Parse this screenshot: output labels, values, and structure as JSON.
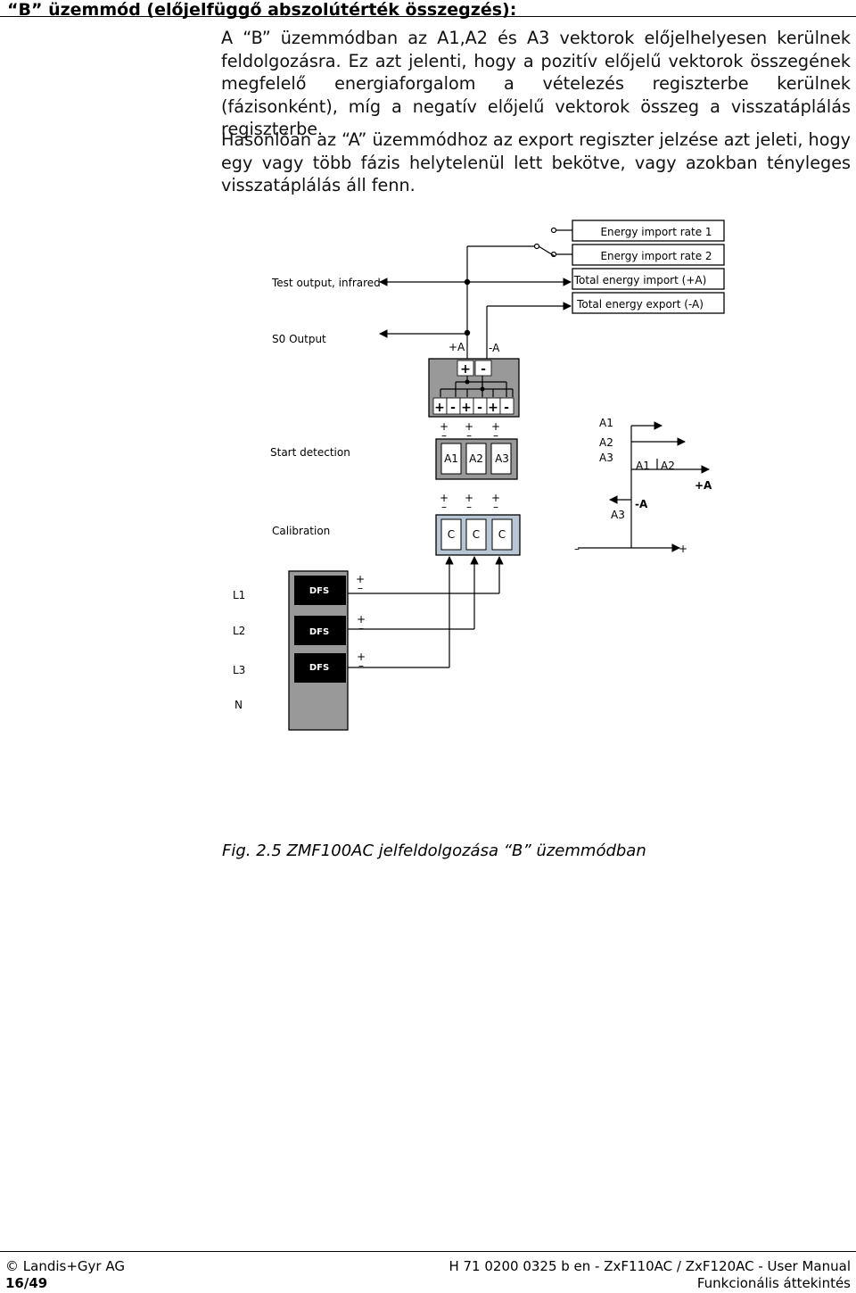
{
  "heading": "“B” üzemmód (előjelfüggő abszolútérték összegzés):",
  "paragraph1": "A “B” üzemmódban az A1,A2 és A3 vektorok előjelhelyesen kerülnek feldolgozásra. Ez azt jelenti, hogy a pozitív előjelű vektorok összegének megfelelő energiaforgalom a vételezés regiszterbe kerülnek (fázisonként), míg a negatív előjelű vektorok összeg a visszatáplálás regiszterbe.",
  "paragraph2": "Hasonlóan az “A” üzemmódhoz az export regiszter jelzése azt jeleti, hogy egy vagy több fázis helytelenül lett bekötve, vagy azokban tényleges visszatáplálás áll fenn.",
  "diagram": {
    "registers": [
      "Energy import rate 1",
      "Energy import rate 2",
      "Total energy import (+A)",
      "Total energy export (-A)"
    ],
    "outputs": {
      "test_output": "Test output, infrared",
      "s0_output": "S0 Output",
      "start_detection": "Start detection",
      "calibration": "Calibration"
    },
    "sum_labels": {
      "plus_a": "+A",
      "minus_a": "-A"
    },
    "signs": {
      "plus": "+",
      "minus": "-"
    },
    "vectors": [
      "A1",
      "A2",
      "A3"
    ],
    "comparators": [
      "C",
      "C",
      "C"
    ],
    "phases": [
      "L1",
      "L2",
      "L3",
      "N"
    ],
    "dfs": "DFS",
    "vector_diagram": {
      "a1": "A1",
      "a2": "A2",
      "a3": "A3",
      "a1_sum": "A1",
      "a2_sum": "A2",
      "a3_neg": "A3",
      "plus_a": "+A",
      "minus_a": "-A",
      "axis_minus": "–",
      "axis_plus": "+"
    }
  },
  "caption": "Fig. 2.5 ZMF100AC jelfeldolgozása “B” üzemmódban",
  "footer": {
    "company": "© Landis+Gyr AG",
    "page": "16/49",
    "doc_id": "H 71 0200 0325 b en - ZxF110AC / ZxF120AC - User Manual",
    "section": "Funkcionális áttekintés"
  }
}
